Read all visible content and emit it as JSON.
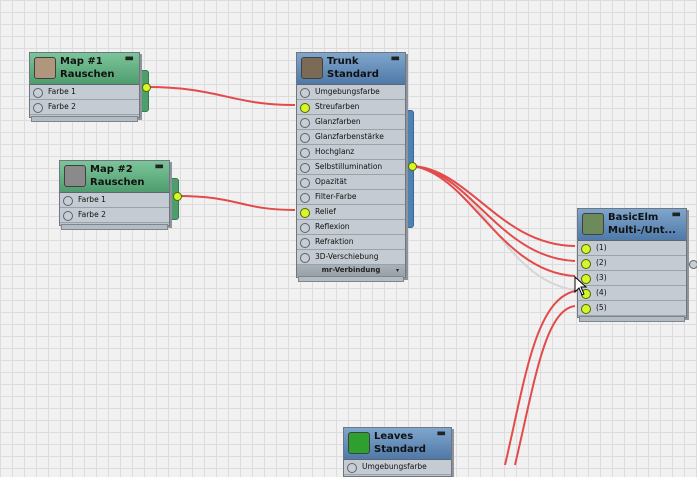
{
  "colors": {
    "wire": "#e34a4a",
    "wire_faded": "#d6d6d6",
    "socket_active": "#d8f52a",
    "header_map": "#5fae80",
    "header_material": "#5f8cbf"
  },
  "nodes": {
    "map1": {
      "title": "Map #1",
      "subtitle": "Rauschen",
      "thumb_color": "#b0967c",
      "slots": [
        "Farbe 1",
        "Farbe 2"
      ]
    },
    "map2": {
      "title": "Map #2",
      "subtitle": "Rauschen",
      "thumb_color": "#8a8a8a",
      "slots": [
        "Farbe 1",
        "Farbe 2"
      ]
    },
    "trunk": {
      "title": "Trunk",
      "subtitle": "Standard",
      "thumb_color": "#7a6a56",
      "slots": [
        "Umgebungsfarbe",
        "Streufarben",
        "Glanzfarben",
        "Glanzfarbenstärke",
        "Hochglanz",
        "Selbstillumination",
        "Opazität",
        "Filter-Farbe",
        "Relief",
        "Reflexion",
        "Refraktion",
        "3D-Verschiebung"
      ],
      "footer": "mr-Verbindung"
    },
    "basicelm": {
      "title": "BasicElm",
      "subtitle": "Multi-/Unt...",
      "thumb_color": "#6d8a5a",
      "slots": [
        "(1)",
        "(2)",
        "(3)",
        "(4)",
        "(5)"
      ]
    },
    "leaves": {
      "title": "Leaves",
      "subtitle": "Standard",
      "thumb_color": "#2fa02f",
      "slots": [
        "Umgebungsfarbe"
      ]
    }
  },
  "icons": {
    "collapse": "minus-icon",
    "cursor": "mouse-pointer-icon",
    "expand": "chevron-down-icon"
  },
  "glyphs": {
    "collapse": "▬",
    "expand": "▾"
  }
}
